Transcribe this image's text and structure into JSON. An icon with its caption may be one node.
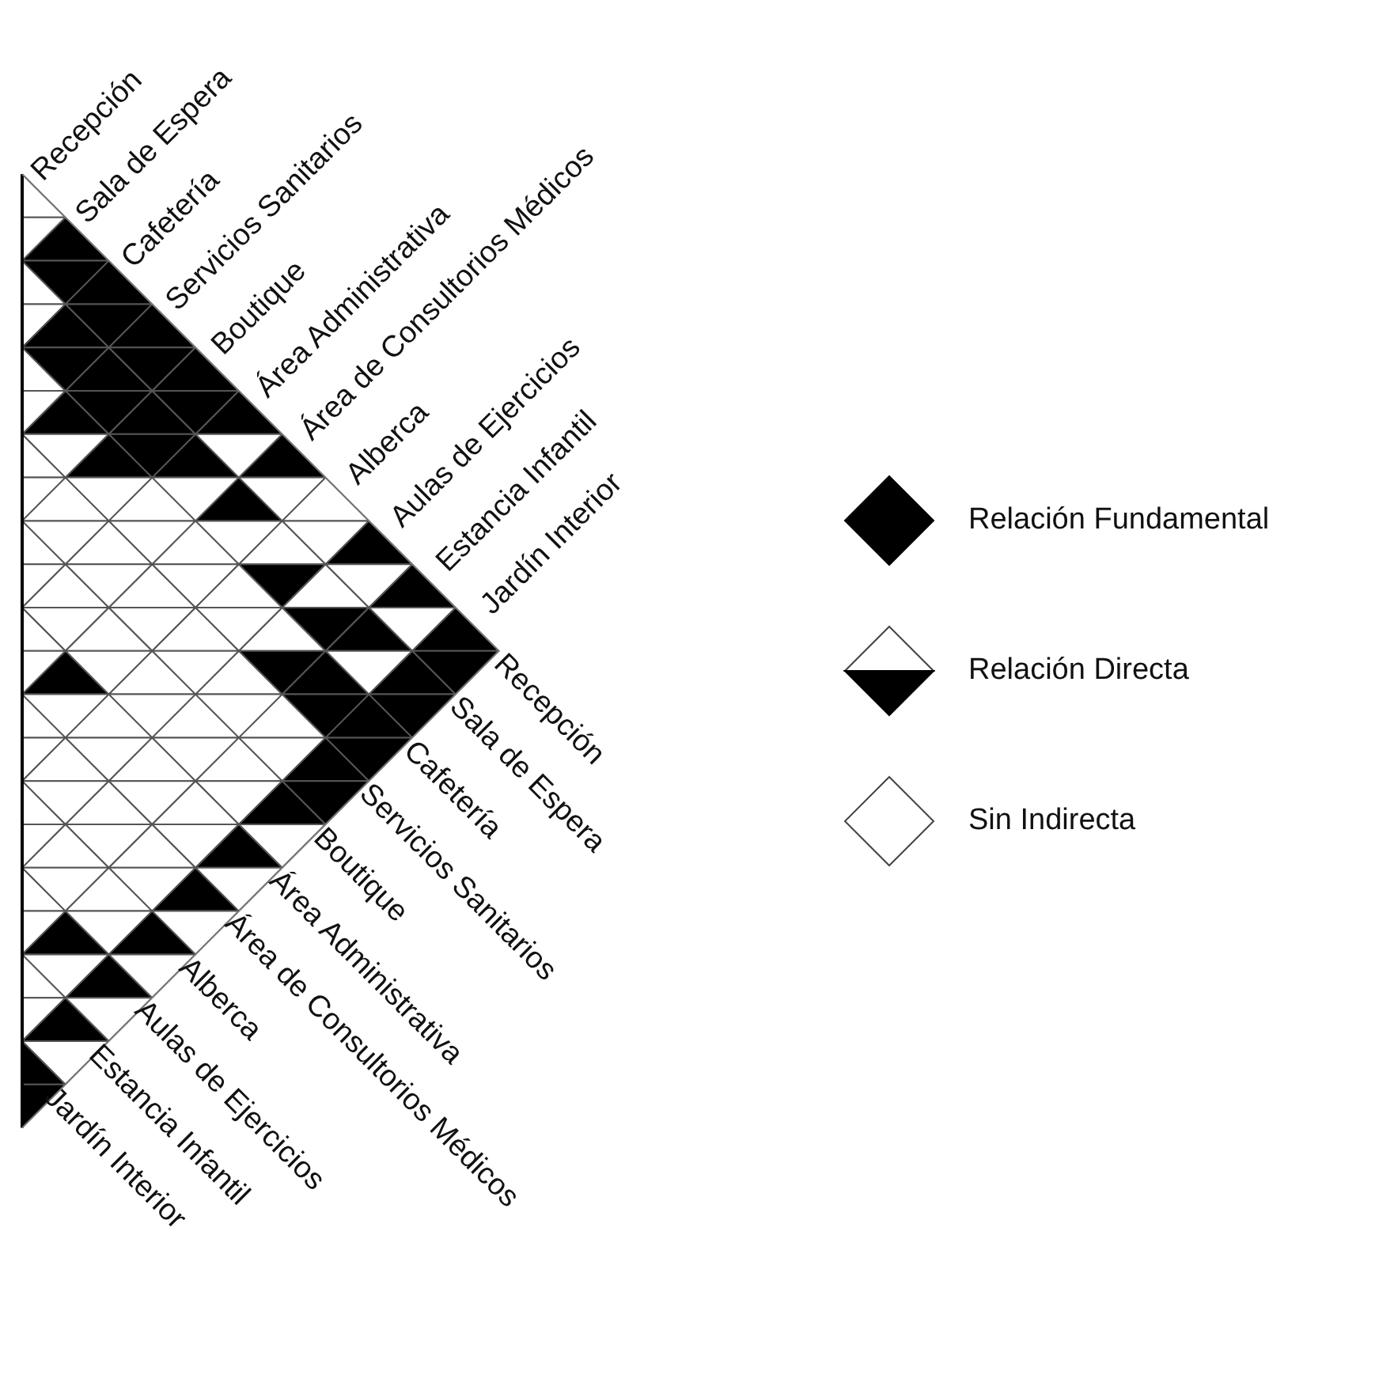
{
  "diagram": {
    "labels": [
      "Recepción",
      "Sala de Espera",
      "Cafetería",
      "Servicios Sanitarios",
      "Boutique",
      "Área Administrativa",
      "Área de Consultorios Médicos",
      "Alberca",
      "Aulas de Ejercicios",
      "Estancia Infantil",
      "Jardín Interior",
      "Recepción",
      "Sala de Espera",
      "Cafetería",
      "Servicios Sanitarios",
      "Boutique",
      "Área Administrativa",
      "Área de Consultorios Médicos",
      "Alberca",
      "Aulas de Ejercicios",
      "Estancia Infantil",
      "Jardín Interior"
    ],
    "legend": [
      {
        "text": "Relación Fundamental"
      },
      {
        "text": "Relación Directa"
      },
      {
        "text": "Sin Indirecta"
      }
    ]
  }
}
